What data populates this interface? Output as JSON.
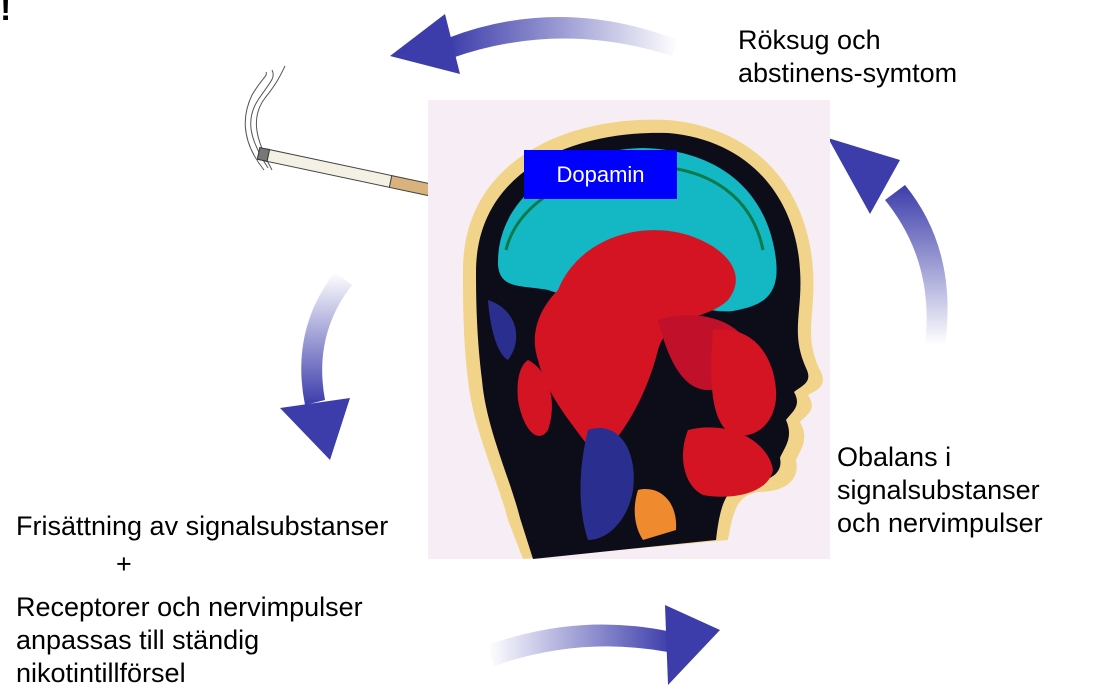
{
  "corner_mark": "!",
  "craving_text": [
    "Röksug och",
    "abstinens-symtom"
  ],
  "imbalance_text": [
    "Obalans i",
    "signalsubstanser",
    "och nervimpulser"
  ],
  "release_text": "Frisättning av signalsubstanser",
  "plus_text": "+",
  "receptor_text": [
    "Receptorer och nervimpulser",
    "anpassas till ständig",
    "nikotintillförsel"
  ],
  "dopamine_label": "Dopamin",
  "colors": {
    "arrow": "#3c3cab",
    "dopamine_box": "#0000ff",
    "brain_cyan": "#14b7c4",
    "tissue_red": "#d41422"
  }
}
